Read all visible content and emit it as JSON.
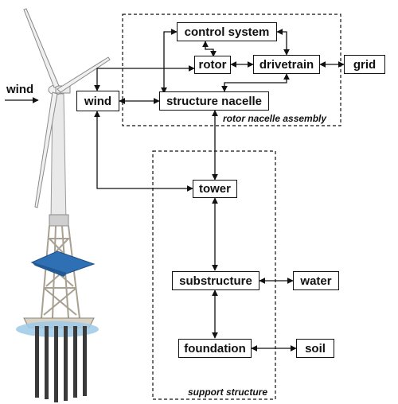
{
  "wind_input_label": "wind",
  "groups": {
    "rotor_nacelle": "rotor nacelle assembly",
    "support": "support structure"
  },
  "blocks": {
    "control_system": "control system",
    "rotor": "rotor",
    "drivetrain": "drivetrain",
    "grid": "grid",
    "wind": "wind",
    "structure_nacelle": "structure nacelle",
    "tower": "tower",
    "substructure": "substructure",
    "water": "water",
    "foundation": "foundation",
    "soil": "soil"
  },
  "colors": {
    "line": "#111111",
    "panel": "#2f6fb3",
    "tower_steel": "#cfc7b8",
    "water": "#9ec9e6",
    "piles": "#3a3a3a"
  }
}
